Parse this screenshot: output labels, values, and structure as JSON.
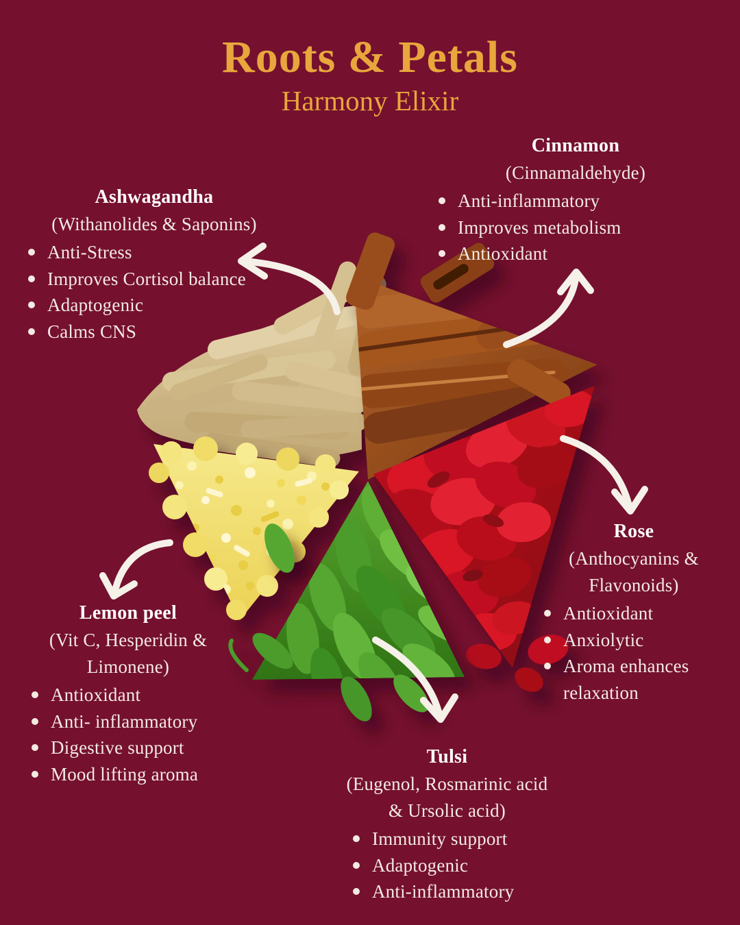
{
  "page": {
    "background_color": "#75102F",
    "accent_gold": "#E8A63C",
    "body_text_color": "#F3EAE2",
    "heading_text_color": "#FFFFFF",
    "arrow_color": "#F6F1E8"
  },
  "header": {
    "title": "Roots & Petals",
    "subtitle": "Harmony Elixir"
  },
  "ingredients": [
    {
      "id": "ashwagandha",
      "name": "Ashwagandha",
      "compounds": "(Withanolides & Saponins)",
      "benefits": [
        "Anti-Stress",
        "Improves Cortisol balance",
        "Adaptogenic",
        "Calms CNS"
      ],
      "swatch": "#D8C499"
    },
    {
      "id": "cinnamon",
      "name": "Cinnamon",
      "compounds": "(Cinnamaldehyde)",
      "benefits": [
        "Anti-inflammatory",
        "Improves metabolism",
        "Antioxidant"
      ],
      "swatch": "#9C4E1E"
    },
    {
      "id": "rose",
      "name": "Rose",
      "compounds": "(Anthocyanins & Flavonoids)",
      "benefits": [
        "Antioxidant",
        "Anxiolytic",
        "Aroma enhances relaxation"
      ],
      "swatch": "#C81120"
    },
    {
      "id": "lemon-peel",
      "name": "Lemon peel",
      "compounds": "(Vit C, Hesperidin & Limonene)",
      "benefits": [
        "Antioxidant",
        "Anti- inflammatory",
        "Digestive support",
        "Mood lifting aroma"
      ],
      "swatch": "#F2DF6E"
    },
    {
      "id": "tulsi",
      "name": "Tulsi",
      "compounds": "(Eugenol, Rosmarinic acid & Ursolic acid)",
      "benefits": [
        "Immunity support",
        "Adaptogenic",
        "Anti-inflammatory"
      ],
      "swatch": "#55A32E"
    }
  ]
}
